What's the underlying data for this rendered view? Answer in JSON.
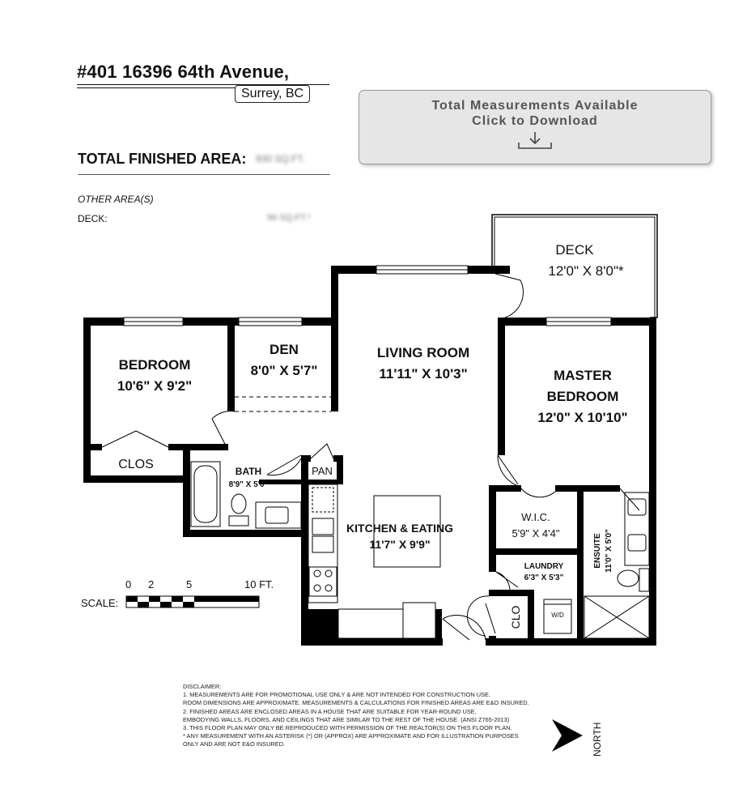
{
  "header": {
    "address_line": "#401 16396 64th Avenue,",
    "city": "Surrey, BC",
    "total_area_label": "TOTAL FINISHED AREA:",
    "total_area_value": "930 SQ.FT.",
    "other_areas_label": "OTHER AREA(S)",
    "deck_label": "DECK:",
    "deck_area_value": "96 SQ.FT.*"
  },
  "download_box": {
    "line1": "Total Measurements Available",
    "line2": "Click to Download",
    "icon": "download-icon"
  },
  "rooms": {
    "deck": {
      "name": "DECK",
      "size": "12'0\" X 8'0\"*"
    },
    "bedroom": {
      "name": "BEDROOM",
      "size": "10'6\" X 9'2\""
    },
    "den": {
      "name": "DEN",
      "size": "8'0\" X 5'7\""
    },
    "living": {
      "name": "LIVING ROOM",
      "size": "11'11\" X 10'3\""
    },
    "master": {
      "name1": "MASTER",
      "name2": "BEDROOM",
      "size": "12'0\" X 10'10\""
    },
    "clos": {
      "name": "CLOS"
    },
    "bath": {
      "name": "BATH",
      "size": "8'9\" X 5'0\""
    },
    "pan": {
      "name": "PAN"
    },
    "kitchen": {
      "name": "KITCHEN & EATING",
      "size": "11'7\" X 9'9\""
    },
    "wic": {
      "name": "W.I.C.",
      "size": "5'9\" X 4'4\""
    },
    "laundry": {
      "name": "LAUNDRY",
      "size": "6'3\" X 5'3\""
    },
    "ensuite": {
      "name": "ENSUITE",
      "size": "11'0\" X 5'0\""
    },
    "clo": {
      "name": "CLO"
    },
    "washer": {
      "name": "W/D"
    }
  },
  "scale": {
    "label": "SCALE:",
    "ticks": [
      "0",
      "2",
      "5",
      "10 FT."
    ]
  },
  "north": {
    "label": "NORTH"
  },
  "disclaimer": {
    "title": "DISCLAIMER:",
    "lines": [
      "1. MEASUREMENTS ARE FOR PROMOTIONAL USE ONLY & ARE NOT INTENDED FOR CONSTRUCTION USE.",
      "ROOM DIMENSIONS ARE APPROXIMATE. MEASUREMENTS & CALCULATIONS FOR FINISHED AREAS ARE E&O INSURED.",
      "2. FINISHED AREAS ARE ENCLOSED AREAS IN A HOUSE THAT ARE SUITABLE FOR YEAR-ROUND USE,",
      "EMBODYING WALLS, FLOORS, AND CEILINGS THAT ARE SIMILAR TO THE REST OF THE HOUSE. (ANSI Z765-2013)",
      "3. THIS FLOOR PLAN MAY ONLY BE REPRODUCED WITH PERMISSION OF THE REALTOR(S) ON THIS FLOOR PLAN.",
      "* ANY MEASUREMENT WITH AN ASTERISK (*) OR (APPROX) ARE APPROXIMATE AND FOR ILLUSTRATION PURPOSES",
      "ONLY AND ARE NOT E&O INSURED."
    ]
  },
  "colors": {
    "wall": "#000000",
    "background": "#ffffff",
    "button_bg": "#e6e6e6",
    "button_text": "#555555"
  }
}
